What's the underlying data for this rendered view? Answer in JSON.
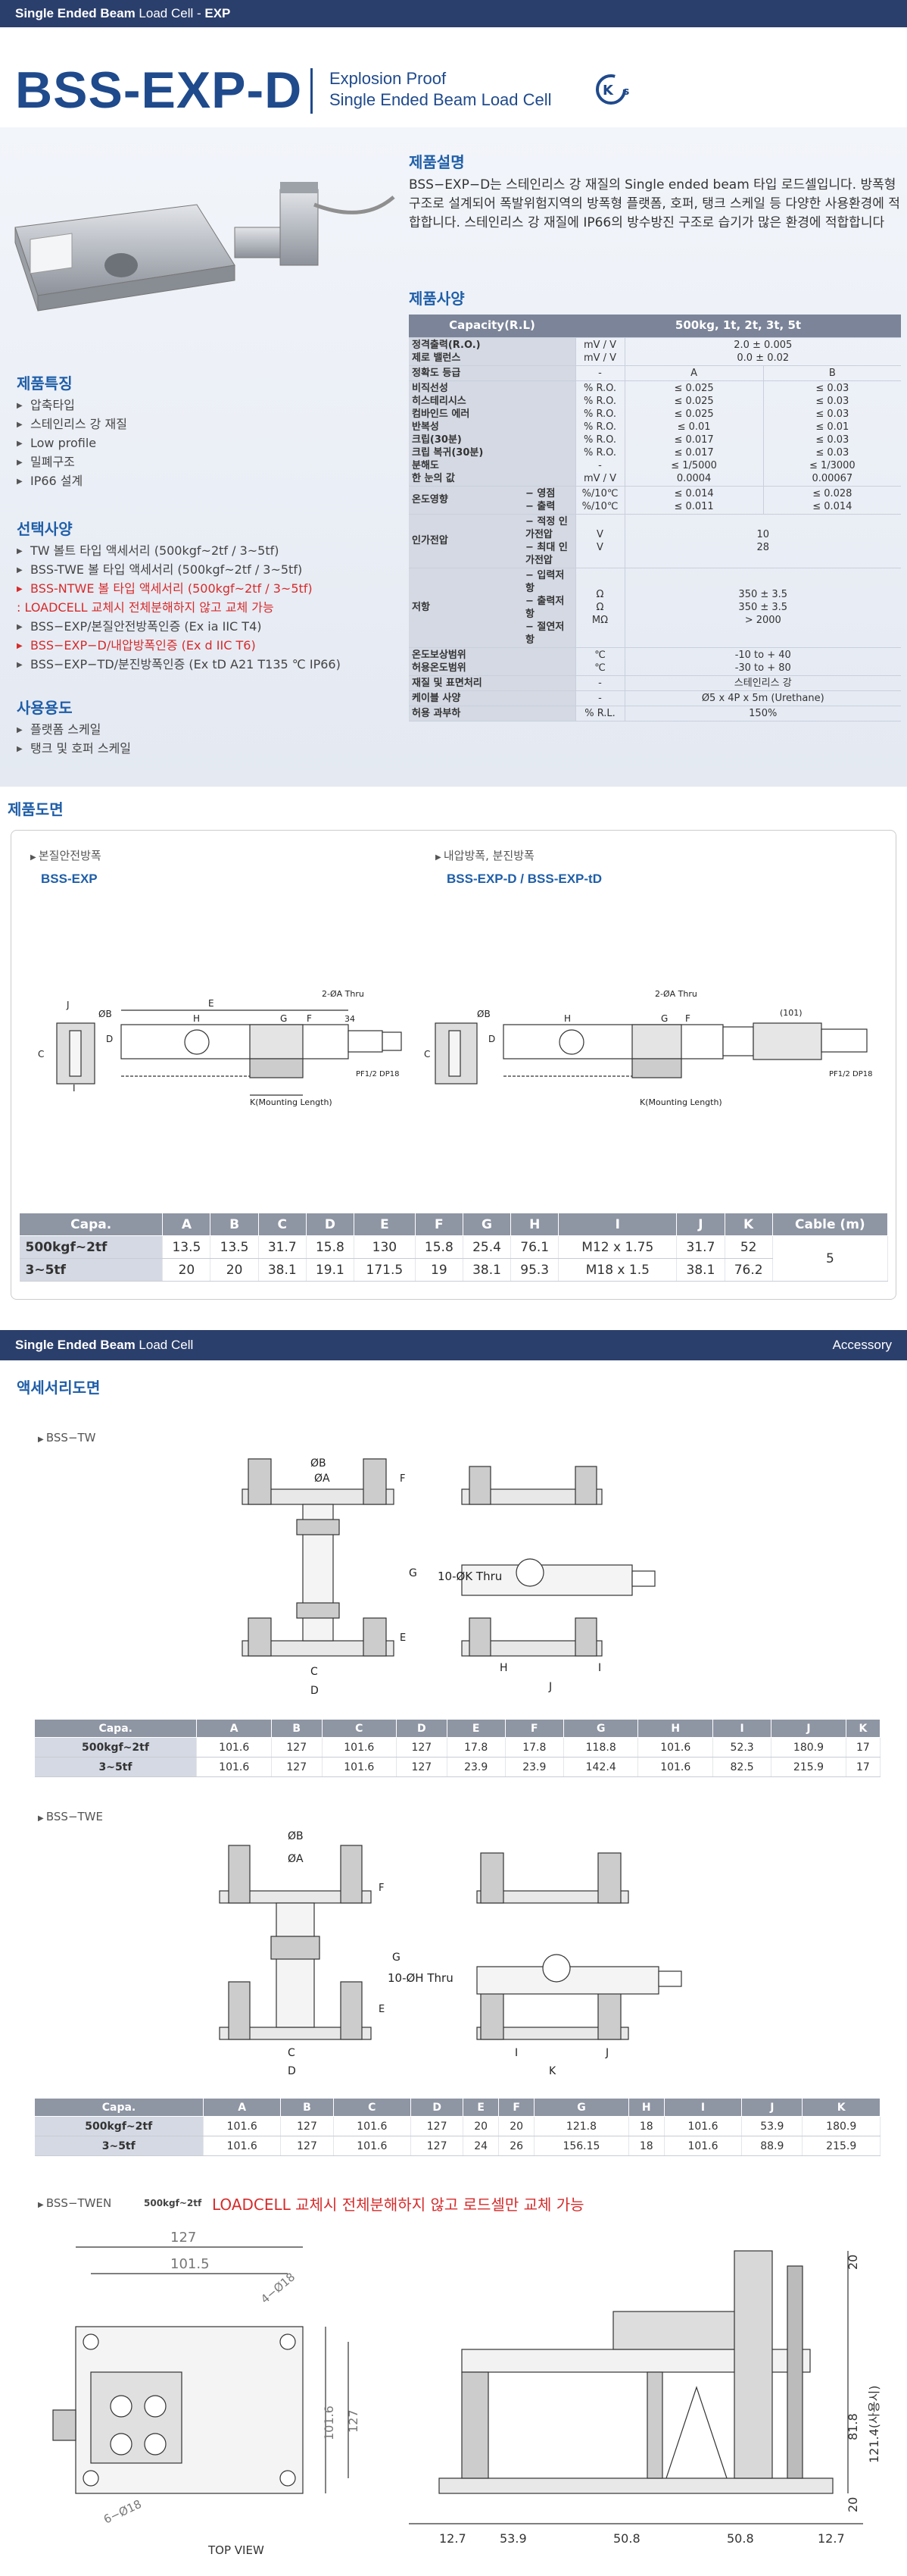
{
  "header": {
    "bold": "Single Ended Beam",
    "rest": " Load Cell - ",
    "model": "EXP"
  },
  "product": {
    "title": "BSS-EXP-D",
    "subtitle_1": "Explosion Proof",
    "subtitle_2": "Single Ended Beam Load Cell",
    "cert": "KCs"
  },
  "description": {
    "heading": "제품설명",
    "text": "BSS−EXP−D는 스테인리스 강 재질의 Single ended beam 타입 로드셀입니다. 방폭형 구조로 설계되어 폭발위험지역의 방폭형 플랫폼, 호퍼, 탱크 스케일 등 다양한 사용환경에 적합합니다. 스테인리스 강 재질에 IP66의 방수방진 구조로 습기가 많은 환경에 적합합니다"
  },
  "features": {
    "heading": "제품특징",
    "items": [
      "압축타입",
      "스테인리스 강 재질",
      "Low profile",
      "밀폐구조",
      "IP66 설계"
    ]
  },
  "options": {
    "heading": "선택사양",
    "items": [
      {
        "text": "TW 볼트 타입 액세서리 (500kgf~2tf / 3~5tf)",
        "red": false
      },
      {
        "text": "BSS-TWE 볼 타입 액세서리 (500kgf~2tf / 3~5tf)",
        "red": false
      },
      {
        "text": "BSS-NTWE 볼 타입 액세서리 (500kgf~2tf / 3~5tf)",
        "red": true
      },
      {
        "text": ": LOADCELL 교체시 전체분해하지 않고 교체 가능",
        "red": true
      },
      {
        "text": "BSS−EXP/본질안전방폭인증 (Ex ia IIC T4)",
        "red": false
      },
      {
        "text": "BSS−EXP−D/내압방폭인증 (Ex d IIC T6)",
        "red": true
      },
      {
        "text": "BSS−EXP−TD/분진방폭인증 (Ex tD A21 T135 ℃ IP66)",
        "red": false
      }
    ]
  },
  "applications": {
    "heading": "사용용도",
    "items": [
      "플랫폼 스케일",
      "탱크 및 호퍼 스케일"
    ]
  },
  "specs": {
    "heading": "제품사양",
    "head_label": "Capacity(R.L)",
    "head_value": "500kg, 1t, 2t, 3t, 5t",
    "rows": [
      {
        "label": "정격출력(R.O.)\n제로 밸런스",
        "unit": "mV / V\nmV / V",
        "a": "2.0 ± 0.005\n0.0 ± 0.02",
        "b": null
      },
      {
        "label": "정확도 등급",
        "unit": "-",
        "a": "A",
        "b": "B"
      },
      {
        "label": "비직선성\n히스테리시스\n컴바인드 에러\n반복성\n크립(30분)\n크립 복귀(30분)\n분해도\n한 눈의 값",
        "unit": "% R.O.\n% R.O.\n% R.O.\n% R.O.\n% R.O.\n% R.O.\n-\nmV / V",
        "a": "≤ 0.025\n≤ 0.025\n≤ 0.025\n≤ 0.01\n≤ 0.017\n≤ 0.017\n≤ 1/5000\n0.0004",
        "b": "≤ 0.03\n≤ 0.03\n≤ 0.03\n≤ 0.01\n≤ 0.03\n≤ 0.03\n≤ 1/3000\n0.00067"
      }
    ],
    "temp_effect": {
      "label": "온도영향",
      "subs": [
        "− 영점",
        "− 출력"
      ],
      "unit": "%/10℃\n%/10℃",
      "a": "≤ 0.014\n≤ 0.011",
      "b": "≤ 0.028\n≤ 0.014"
    },
    "voltage": {
      "label": "인가전압",
      "subs": [
        "− 적정 인가전압",
        "− 최대 인가전압"
      ],
      "unit": "V\nV",
      "v": "10\n28"
    },
    "resistance": {
      "label": "저항",
      "subs": [
        "− 입력저항",
        "− 출력저항",
        "− 절연저항"
      ],
      "unit": "Ω\nΩ\nMΩ",
      "v": "350 ± 3.5\n350 ± 3.5\n> 2000"
    },
    "temp_range": {
      "label": "온도보상범위\n허용온도범위",
      "unit": "℃\n℃",
      "v": "-10 to + 40\n-30 to + 80"
    },
    "material": {
      "label": "재질 및 표면처리",
      "unit": "-",
      "v": "스테인리스 강"
    },
    "cable": {
      "label": "케이블 사양",
      "unit": "-",
      "v": "Ø5 x 4P x 5m (Urethane)"
    },
    "overload": {
      "label": "허용 과부하",
      "unit": "% R.L.",
      "v": "150%"
    }
  },
  "drawing": {
    "heading": "제품도면",
    "left_label": "본질안전방폭",
    "left_model": "BSS-EXP",
    "right_label": "내압방폭, 분진방폭",
    "right_model": "BSS-EXP-D / BSS-EXP-tD",
    "mount": "K(Mounting Length)",
    "thru": "2-ØA Thru",
    "pf": "PF1/2 DP18",
    "dim_34": "34",
    "dim_101": "(101)",
    "table": {
      "headers": [
        "Capa.",
        "A",
        "B",
        "C",
        "D",
        "E",
        "F",
        "G",
        "H",
        "I",
        "J",
        "K",
        "Cable (m)"
      ],
      "rows": [
        [
          "500kgf~2tf",
          "13.5",
          "13.5",
          "31.7",
          "15.8",
          "130",
          "15.8",
          "25.4",
          "76.1",
          "M12 x 1.75",
          "31.7",
          "52"
        ],
        [
          "3~5tf",
          "20",
          "20",
          "38.1",
          "19.1",
          "171.5",
          "19",
          "38.1",
          "95.3",
          "M18 x 1.5",
          "38.1",
          "76.2"
        ]
      ],
      "cable": "5"
    }
  },
  "accessory": {
    "bar_bold": "Single Ended Beam",
    "bar_rest": " Load Cell",
    "bar_right": "Accessory",
    "heading": "액세서리도면",
    "tw": {
      "label": "BSS−TW",
      "thru": "10-ØK Thru",
      "headers": [
        "Capa.",
        "A",
        "B",
        "C",
        "D",
        "E",
        "F",
        "G",
        "H",
        "I",
        "J",
        "K"
      ],
      "rows": [
        [
          "500kgf~2tf",
          "101.6",
          "127",
          "101.6",
          "127",
          "17.8",
          "17.8",
          "118.8",
          "101.6",
          "52.3",
          "180.9",
          "17"
        ],
        [
          "3~5tf",
          "101.6",
          "127",
          "101.6",
          "127",
          "23.9",
          "23.9",
          "142.4",
          "101.6",
          "82.5",
          "215.9",
          "17"
        ]
      ]
    },
    "twe": {
      "label": "BSS−TWE",
      "thru": "10-ØH Thru",
      "headers": [
        "Capa.",
        "A",
        "B",
        "C",
        "D",
        "E",
        "F",
        "G",
        "H",
        "I",
        "J",
        "K"
      ],
      "rows": [
        [
          "500kgf~2tf",
          "101.6",
          "127",
          "101.6",
          "127",
          "20",
          "20",
          "121.8",
          "18",
          "101.6",
          "53.9",
          "180.9"
        ],
        [
          "3~5tf",
          "101.6",
          "127",
          "101.6",
          "127",
          "24",
          "26",
          "156.15",
          "18",
          "101.6",
          "88.9",
          "215.9"
        ]
      ]
    },
    "twen": {
      "label": "BSS−TWEN",
      "capa": "500kgf~2tf",
      "note": "LOADCELL 교체시 전체분해하지 않고 로드셀만 교체 가능",
      "top_view": "TOP VIEW",
      "d127": "127",
      "d1015": "101.5",
      "d4": "4−Ø18",
      "d6": "6−Ø18",
      "d1016": "101.6",
      "d127v": "127",
      "d20a": "20",
      "d818": "81.8",
      "d1214": "121.4(사용시)",
      "d20b": "20",
      "b127a": "12.7",
      "b539": "53.9",
      "b508a": "50.8",
      "b508b": "50.8",
      "b127b": "12.7"
    }
  }
}
